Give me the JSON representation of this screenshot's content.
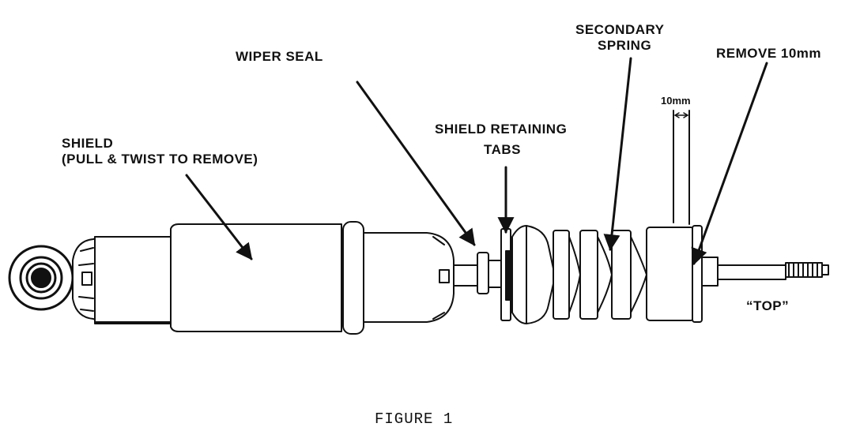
{
  "labels": {
    "shield_line1": "SHIELD",
    "shield_line2": "(PULL & TWIST TO REMOVE)",
    "wiper_seal": "WIPER SEAL",
    "shield_retaining_line1": "SHIELD RETAINING",
    "shield_retaining_line2": "TABS",
    "secondary_line1": "SECONDARY",
    "secondary_line2": "SPRING",
    "remove": "REMOVE 10mm",
    "dimension": "10mm",
    "top": "“TOP”"
  },
  "caption": "FIGURE 1",
  "colors": {
    "ink": "#111111",
    "background": "#ffffff"
  }
}
